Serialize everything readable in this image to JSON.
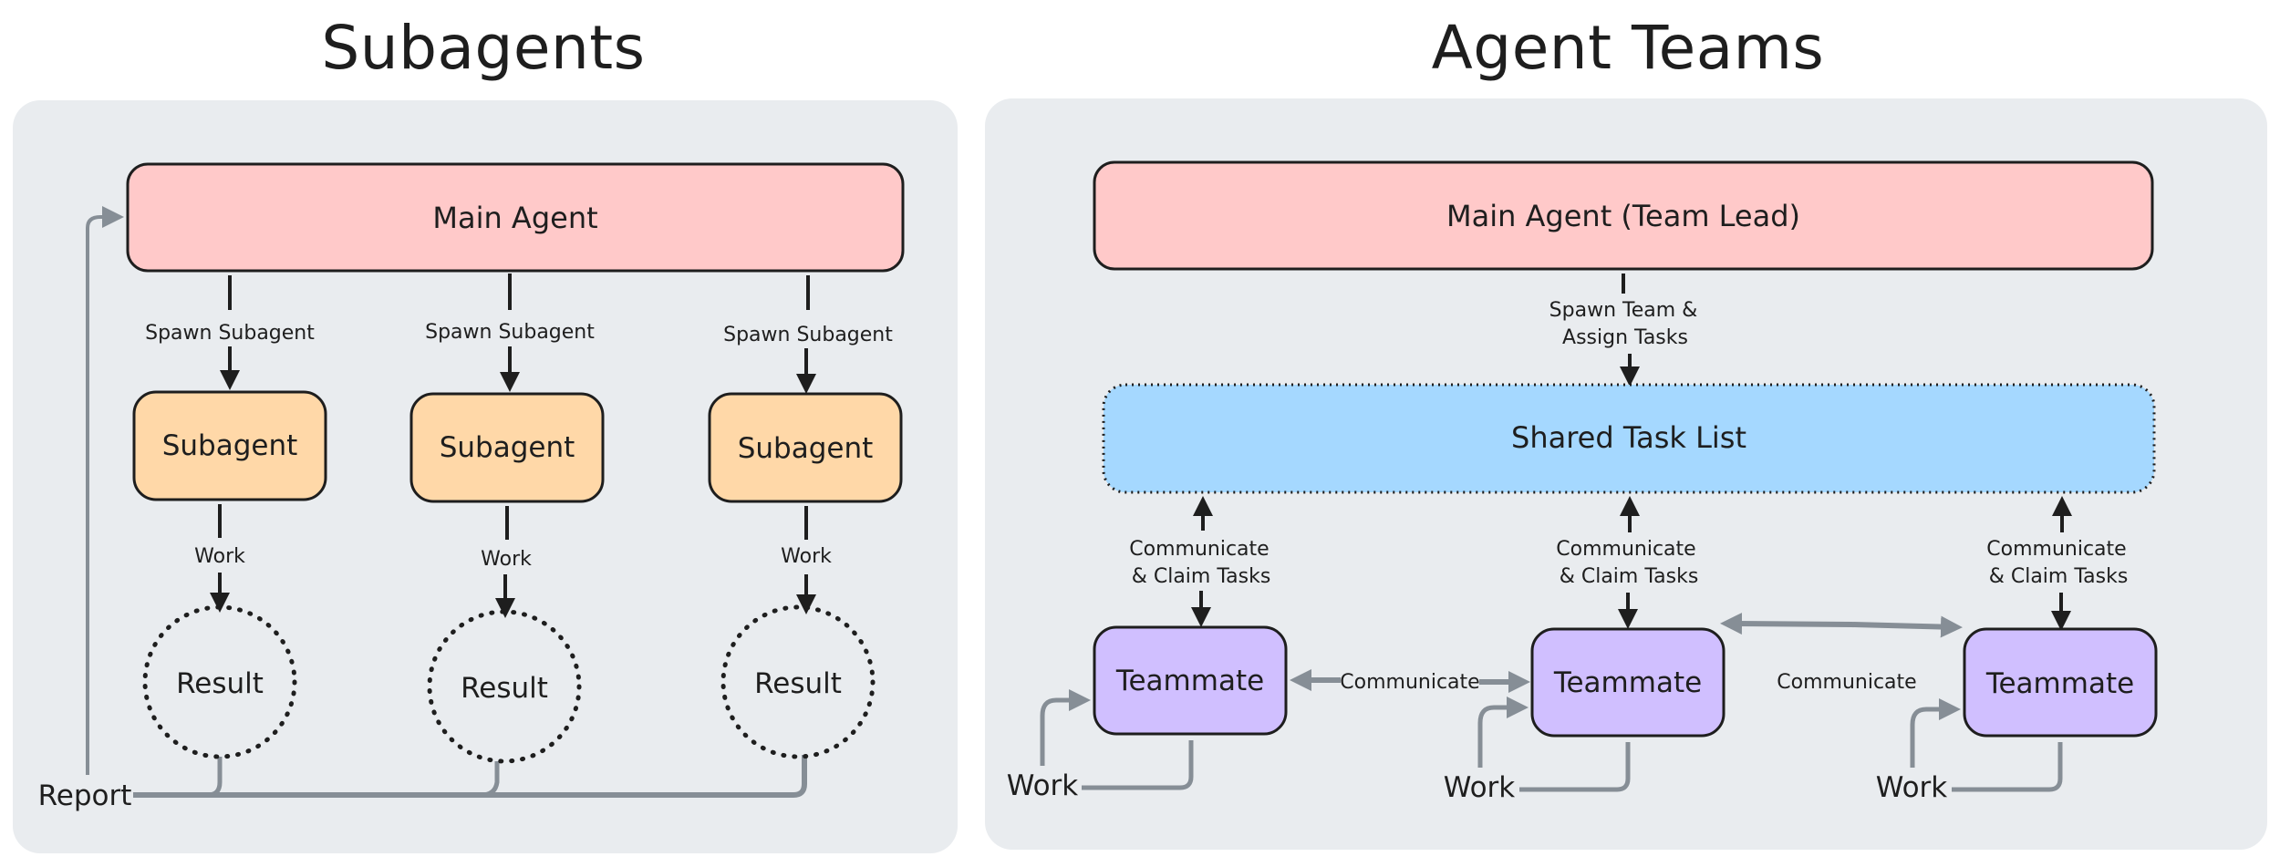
{
  "diagrams": [
    {
      "title": "Subagents",
      "main_agent": "Main Agent",
      "spawn_label": "Spawn Subagent",
      "subagents": [
        {
          "label": "Subagent",
          "edge_label": "Spawn Subagent",
          "work_label": "Work",
          "result_label": "Result"
        },
        {
          "label": "Subagent",
          "edge_label": "Spawn Subagent",
          "work_label": "Work",
          "result_label": "Result"
        },
        {
          "label": "Subagent",
          "edge_label": "Spawn Subagent",
          "work_label": "Work",
          "result_label": "Result"
        }
      ],
      "report_label": "Report"
    },
    {
      "title": "Agent Teams",
      "main_agent": "Main Agent (Team Lead)",
      "spawn_label_line1": "Spawn Team &",
      "spawn_label_line2": "Assign Tasks",
      "task_list": "Shared Task List",
      "teammates": [
        {
          "label": "Teammate",
          "edge_line1": "Communicate",
          "edge_line2": "& Claim Tasks",
          "work_label": "Work"
        },
        {
          "label": "Teammate",
          "edge_line1": "Communicate",
          "edge_line2": "& Claim Tasks",
          "work_label": "Work"
        },
        {
          "label": "Teammate",
          "edge_line1": "Communicate",
          "edge_line2": "& Claim Tasks",
          "work_label": "Work"
        }
      ],
      "peer_labels": [
        "Communicate",
        "Communicate"
      ]
    }
  ],
  "colors": {
    "panel": "#e9ecef",
    "main_agent": "#ffc9c9",
    "subagent": "#ffd8a8",
    "task_list": "#a5d8ff",
    "teammate": "#d0bfff",
    "stroke": "#1e1e1e",
    "gray_arrow": "#868e96"
  }
}
